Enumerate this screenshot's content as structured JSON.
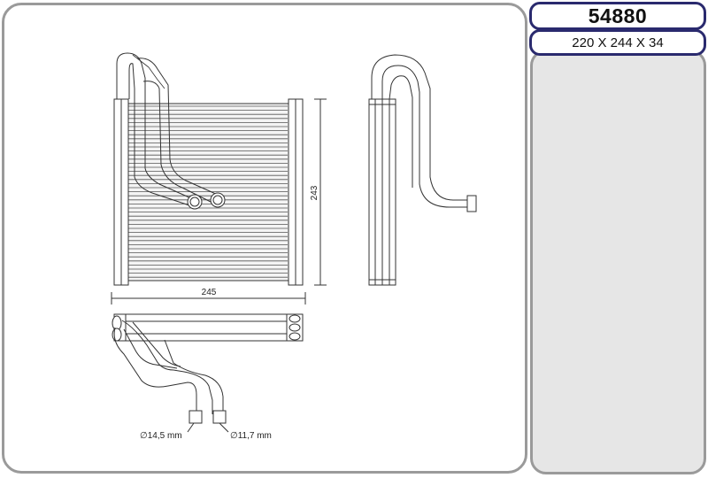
{
  "product": {
    "code": "54880",
    "dimensions": "220 X 244 X 34"
  },
  "drawing": {
    "width_label": "245",
    "height_label": "243",
    "pipe_diameter_1": "∅14,5 mm",
    "pipe_diameter_2": "∅11,7 mm"
  },
  "colors": {
    "header_border": "#2a2a6e",
    "panel_border": "#9a9a9a",
    "side_panel_fill": "#e6e6e6"
  }
}
